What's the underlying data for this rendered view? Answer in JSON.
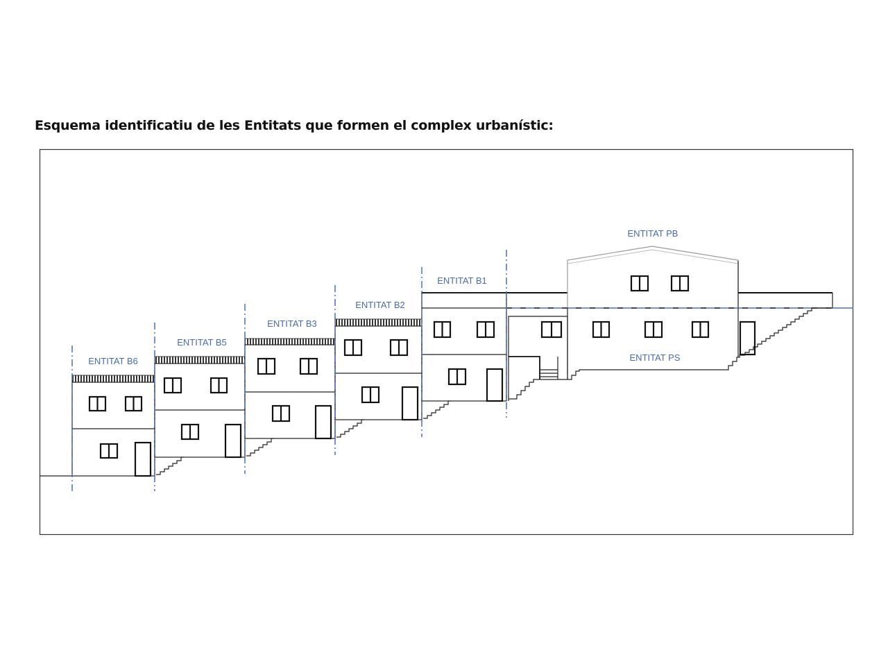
{
  "document": {
    "title": "Esquema identificatiu de les Entitats que formen el complex urbanístic:"
  },
  "diagram": {
    "label_color": "#4a6aa8",
    "entities": [
      {
        "id": "B6",
        "label": "ENTITAT B6"
      },
      {
        "id": "B5",
        "label": "ENTITAT B5"
      },
      {
        "id": "B3",
        "label": "ENTITAT B3"
      },
      {
        "id": "B2",
        "label": "ENTITAT B2"
      },
      {
        "id": "B1",
        "label": "ENTITAT B1"
      },
      {
        "id": "PB",
        "label": "ENTITAT PB"
      },
      {
        "id": "PS",
        "label": "ENTITAT PS"
      }
    ]
  }
}
